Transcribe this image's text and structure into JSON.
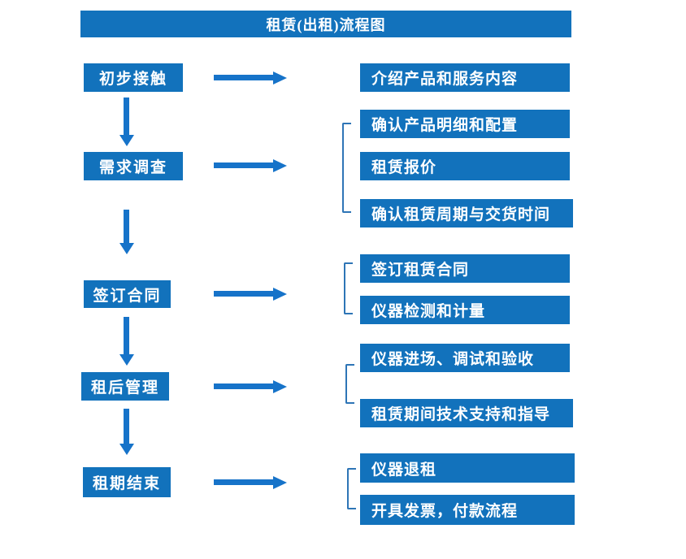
{
  "title": "租赁(出租)流程图",
  "colors": {
    "box_blue": "#1272BC",
    "arrow_blue": "#1673C9",
    "bracket_blue": "#2E75B6",
    "text_white": "#FFFFFF",
    "background": "#FFFFFF"
  },
  "steps": [
    {
      "label": "初步接触",
      "outputs": [
        "介绍产品和服务内容"
      ]
    },
    {
      "label": "需求调查",
      "outputs": [
        "确认产品明细和配置",
        "租赁报价",
        "确认租赁周期与交货时间"
      ]
    },
    {
      "label": "签订合同",
      "outputs": [
        "签订租赁合同",
        "仪器检测和计量"
      ]
    },
    {
      "label": "租后管理",
      "outputs": [
        "仪器进场、调试和验收",
        "租赁期间技术支持和指导"
      ]
    },
    {
      "label": "租期结束",
      "outputs": [
        "仪器退租",
        "开具发票，付款流程"
      ]
    }
  ]
}
